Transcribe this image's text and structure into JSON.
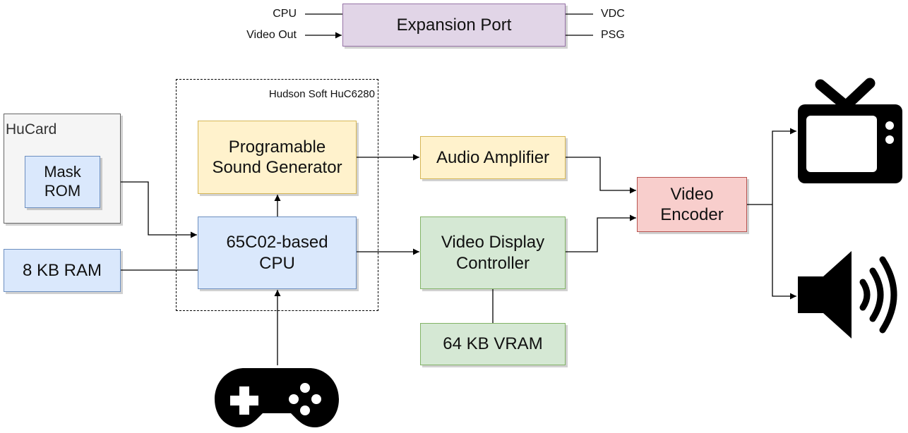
{
  "colors": {
    "purple": "#e1d5e7",
    "purple_border": "#9673a6",
    "blue": "#dae8fc",
    "blue_border": "#6c8ebf",
    "yellow": "#fff2cc",
    "yellow_border": "#d6b656",
    "green": "#d5e8d4",
    "green_border": "#82b366",
    "red": "#f8cecc",
    "red_border": "#b85450",
    "gray": "#f5f5f5",
    "gray_border": "#666666"
  },
  "expansion_port": {
    "label": "Expansion Port",
    "left_ports": [
      "CPU",
      "Video Out"
    ],
    "right_ports": [
      "VDC",
      "PSG"
    ]
  },
  "huc6280": {
    "label": "Hudson Soft HuC6280"
  },
  "hucard": {
    "label": "HuCard"
  },
  "nodes": {
    "mask_rom": "Mask\nROM",
    "ram": "8 KB RAM",
    "psg": "Programable\nSound Generator",
    "cpu": "65C02-based\nCPU",
    "audio_amp": "Audio Amplifier",
    "vdc": "Video Display\nController",
    "vram": "64 KB VRAM",
    "video_encoder": "Video\nEncoder"
  },
  "icons": [
    "gamepad-icon",
    "television-icon",
    "speaker-icon"
  ]
}
